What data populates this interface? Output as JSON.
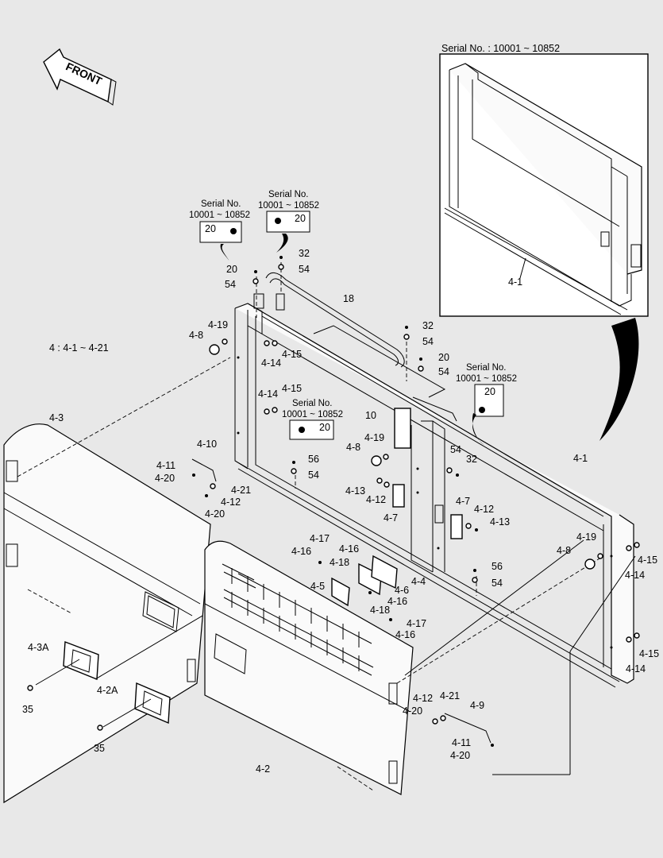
{
  "front_arrow": "FRONT",
  "aggregate_note": "4 : 4-1 ~ 4-21",
  "inset": {
    "serial": "Serial No. : 10001 ~ 10852",
    "label": "4-1"
  },
  "serial_boxes": {
    "a": {
      "line1": "Serial No.",
      "line2": "10001 ~ 10852",
      "part": "20"
    },
    "b": {
      "line1": "Serial No.",
      "line2": "10001 ~ 10852",
      "part": "20"
    },
    "c": {
      "line1": "Serial No.",
      "line2": "10001 ~ 10852",
      "part": "20"
    },
    "d": {
      "text": "Serial No.",
      "line2": "10001 ~ 10852",
      "part": "20"
    }
  },
  "callouts": {
    "c20a": "20",
    "c54a": "54",
    "c32a": "32",
    "c54b": "54",
    "c18": "18",
    "c32b": "32",
    "c54c": "54",
    "c20b": "20",
    "c54d": "54",
    "c4_19a": "4-19",
    "c4_8a": "4-8",
    "c4_15a": "4-15",
    "c4_14a": "4-14",
    "c4_14b": "4-14",
    "c4_15b": "4-15",
    "c10": "10",
    "c4_19b": "4-19",
    "c4_8b": "4-8",
    "c54e": "54",
    "c32c": "32",
    "c56a": "56",
    "c54f": "54",
    "c4_3": "4-3",
    "c4_10": "4-10",
    "c4_11a": "4-11",
    "c4_20a": "4-20",
    "c4_21a": "4-21",
    "c4_12a": "4-12",
    "c4_20b": "4-20",
    "c4_13a": "4-13",
    "c4_12b": "4-12",
    "c4_7a": "4-7",
    "c4_7b": "4-7",
    "c4_12c": "4-12",
    "c4_13b": "4-13",
    "c4_1": "4-1",
    "c4_19c": "4-19",
    "c4_8c": "4-8",
    "c4_15c": "4-15",
    "c4_14c": "4-14",
    "c4_17a": "4-17",
    "c4_16a": "4-16",
    "c4_16b": "4-16",
    "c4_18a": "4-18",
    "c4_5": "4-5",
    "c4_6": "4-6",
    "c4_4": "4-4",
    "c4_16c": "4-16",
    "c4_18b": "4-18",
    "c4_17b": "4-17",
    "c4_16d": "4-16",
    "c56b": "56",
    "c54g": "54",
    "c4_15d": "4-15",
    "c4_14d": "4-14",
    "c4_3A": "4-3A",
    "c35a": "35",
    "c4_2A": "4-2A",
    "c35b": "35",
    "c4_12d": "4-12",
    "c4_21b": "4-21",
    "c4_20c": "4-20",
    "c4_9": "4-9",
    "c4_11b": "4-11",
    "c4_20d": "4-20",
    "c4_2": "4-2"
  }
}
